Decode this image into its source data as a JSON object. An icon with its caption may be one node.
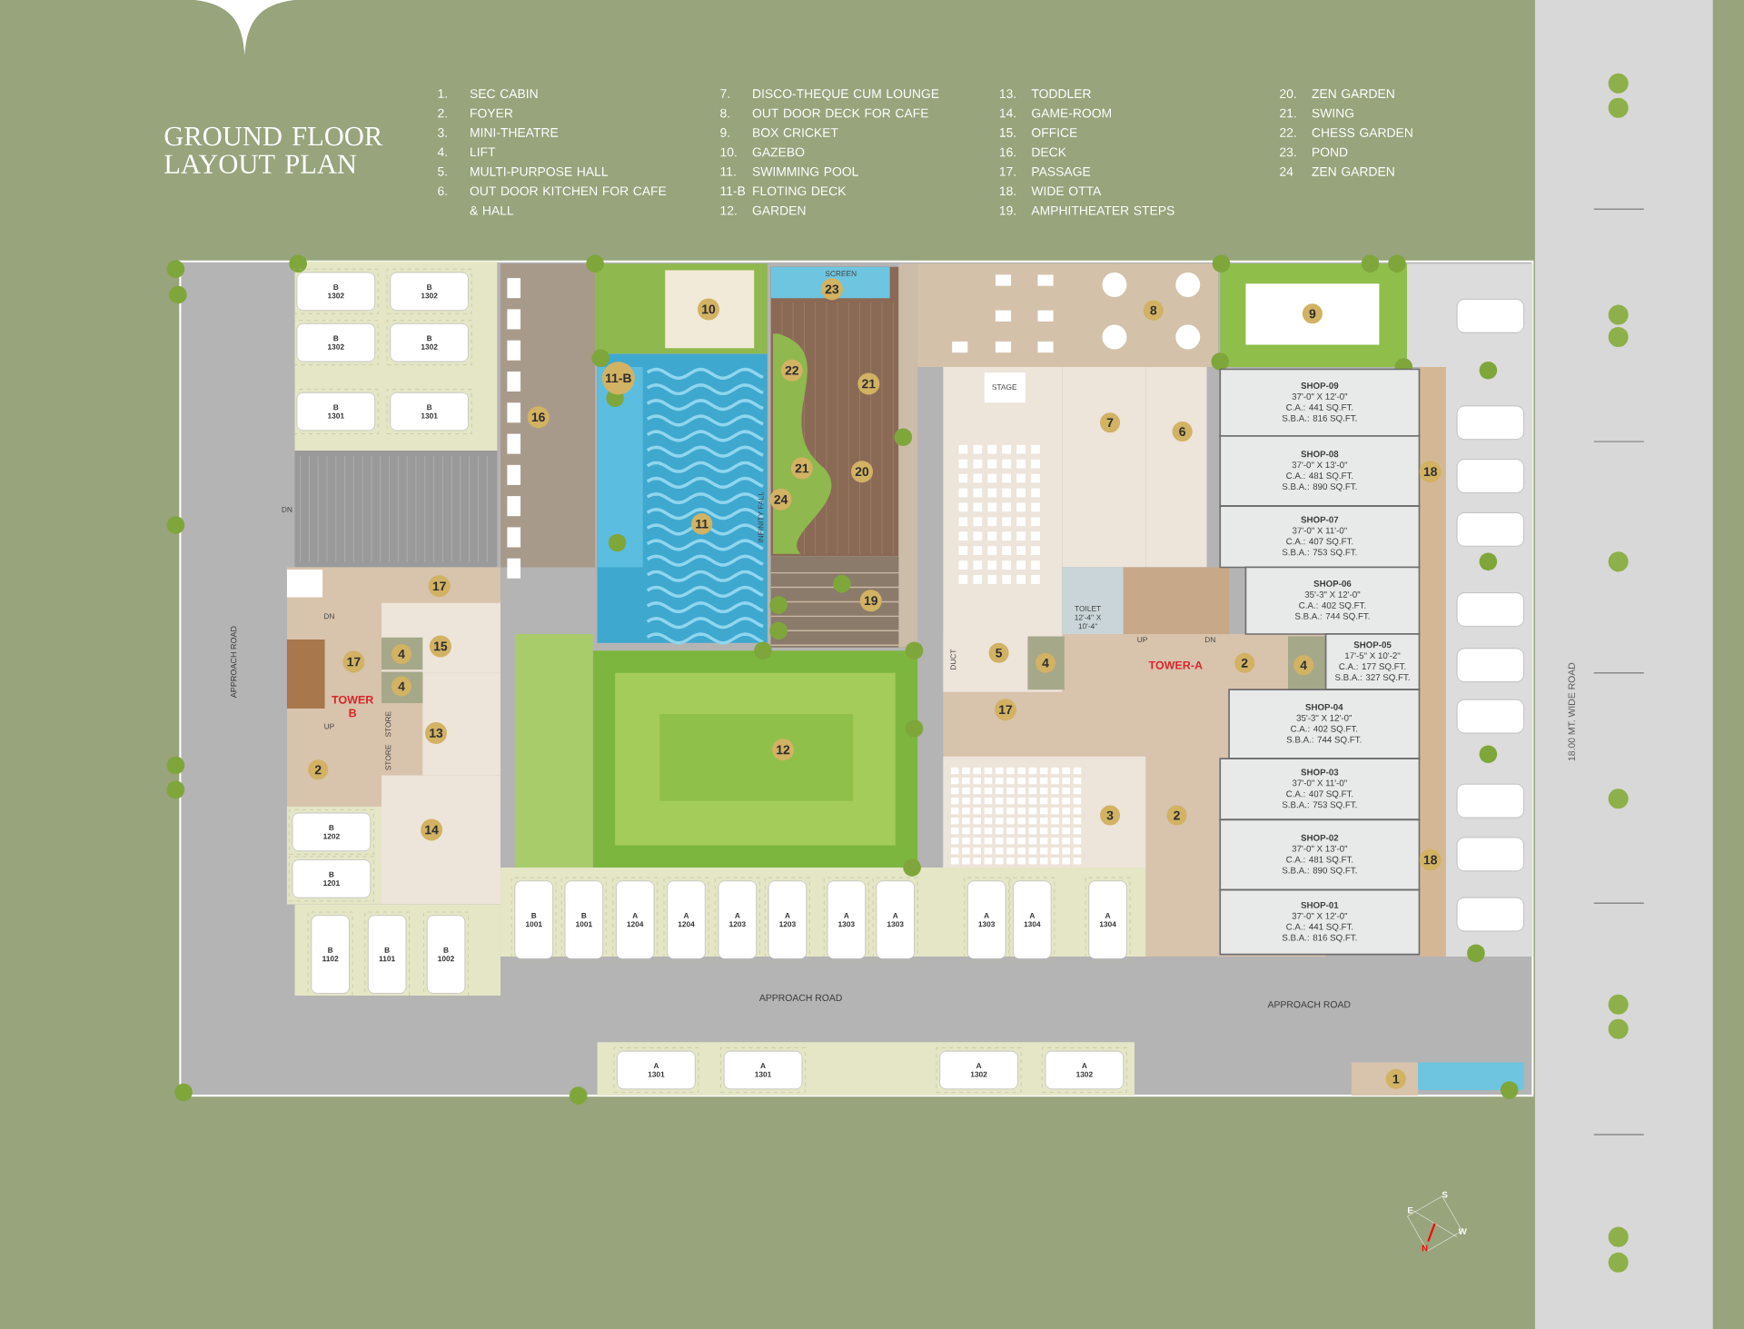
{
  "diagram": {
    "title": "GROUND FLOOR LAYOUT PLAN",
    "nodes": [
      {
        "text": [
          "B 1302"
        ]
      },
      {
        "text": [
          "B 1302"
        ]
      },
      {
        "text": [
          "B 1302"
        ]
      },
      {
        "text": [
          "B 1302"
        ]
      },
      {
        "text": [
          "B 1301"
        ]
      },
      {
        "text": [
          "B 1301"
        ]
      },
      {
        "text": [
          "SHOP-09",
          "37'-0\" X 12'-0\"",
          "C.A.: 441 SQ.FT.",
          "S.B.A.: 816 SQ.FT."
        ]
      },
      {
        "text": [
          "SHOP-08",
          "37'-0\" X 13'-0\"",
          "C.A.: 481 SQ.FT.",
          "S.B.A.: 890 SQ.FT."
        ]
      },
      {
        "text": [
          "SHOP-07",
          "37'-0\" X 11'-0\"",
          "C.A.: 407 SQ.FT.",
          "S.B.A.: 753 SQ.FT."
        ]
      },
      {
        "text": [
          "SHOP-06",
          "35'-3\" X 12'-0\"",
          "C.A.: 402 SQ.FT.",
          "S.B.A.: 744 SQ.FT."
        ]
      },
      {
        "text": [
          "SHOP-05",
          "17'-5\" X 10'-2\"",
          "C.A.: 177 SQ.FT.",
          "S.B.A.: 327 SQ.FT."
        ]
      },
      {
        "text": [
          "SHOP-04",
          "35'-3\" X 12'-0\"",
          "C.A.: 402 SQ.FT.",
          "S.B.A.: 744 SQ.FT."
        ]
      },
      {
        "text": [
          "SHOP-03",
          "37'-0\" X 11'-0\"",
          "C.A.: 407 SQ.FT.",
          "S.B.A.: 753 SQ.FT."
        ]
      },
      {
        "text": [
          "SHOP-02",
          "37'-0\" X 13'-0\"",
          "C.A.: 481 SQ.FT.",
          "S.B.A.: 890 SQ.FT."
        ]
      },
      {
        "text": [
          "SHOP-01",
          "37'-0\" X 12'-0\"",
          "C.A.: 441 SQ.FT.",
          "S.B.A.: 816 SQ.FT."
        ]
      },
      {
        "text": [
          "B 1202"
        ]
      },
      {
        "text": [
          "B 1201"
        ]
      },
      {
        "text": [
          "B 1001"
        ]
      },
      {
        "text": [
          "B 1001"
        ]
      },
      {
        "text": [
          "A 1204"
        ]
      },
      {
        "text": [
          "A 1204"
        ]
      },
      {
        "text": [
          "A 1203"
        ]
      },
      {
        "text": [
          "A 1203"
        ]
      },
      {
        "text": [
          "A 1303"
        ]
      },
      {
        "text": [
          "A 1303"
        ]
      },
      {
        "text": [
          "A 1303"
        ]
      },
      {
        "text": [
          "A 1304"
        ]
      },
      {
        "text": [
          "A 1304"
        ]
      },
      {
        "text": [
          "B 1102"
        ]
      },
      {
        "text": [
          "B 1101"
        ]
      },
      {
        "text": [
          "B 1002"
        ]
      },
      {
        "text": [
          "A 1301"
        ]
      },
      {
        "text": [
          "A 1301"
        ]
      },
      {
        "text": [
          "A 1302"
        ]
      },
      {
        "text": [
          "A 1302"
        ]
      }
    ],
    "labels": [
      "1.",
      "SEC CABIN",
      "2.",
      "FOYER",
      "3.",
      "MINI-THEATRE",
      "4.",
      "LIFT",
      "5.",
      "MULTI-PURPOSE HALL",
      "6.",
      "OUT DOOR KITCHEN FOR CAFE & HALL",
      "7.",
      "DISCO-THEQUE CUM LOUNGE",
      "8.",
      "OUT DOOR DECK FOR CAFE",
      "9.",
      "BOX CRICKET",
      "10.",
      "GAZEBO",
      "11.",
      "SWIMMING POOL",
      "11-B",
      "FLOTING DECK",
      "12.",
      "GARDEN",
      "13.",
      "TODDLER",
      "14.",
      "GAME-ROOM",
      "15.",
      "OFFICE",
      "16.",
      "DECK",
      "17.",
      "PASSAGE",
      "18.",
      "WIDE OTTA",
      "19.",
      "AMPHITHEATER STEPS",
      "20.",
      "ZEN GARDEN",
      "21.",
      "SWING",
      "22.",
      "CHESS GARDEN",
      "23.",
      "POND",
      "24",
      "ZEN GARDEN",
      "10",
      "23",
      "11-B",
      "22",
      "21",
      "16",
      "21",
      "20",
      "24",
      "11",
      "19",
      "17",
      "15",
      "4",
      "17",
      "4",
      "13",
      "2",
      "14",
      "12",
      "8",
      "9",
      "7",
      "6",
      "18",
      "5",
      "4",
      "2",
      "4",
      "17",
      "3",
      "2",
      "18",
      "1",
      "STAGE",
      "SCREEN",
      "TOILET 12'-4\" X 10'-4\"",
      "DN",
      "UP",
      "TOWER B",
      "STORE",
      "STORE",
      "DN",
      "UP",
      "DN",
      "TOWER-A",
      "DUCT",
      "INFINITY FALL",
      "APPROACH ROAD",
      "APPROACH ROAD",
      "APPROACH ROAD",
      "18.00 MT. WIDE ROAD",
      "S",
      "W",
      "E",
      "N"
    ]
  }
}
